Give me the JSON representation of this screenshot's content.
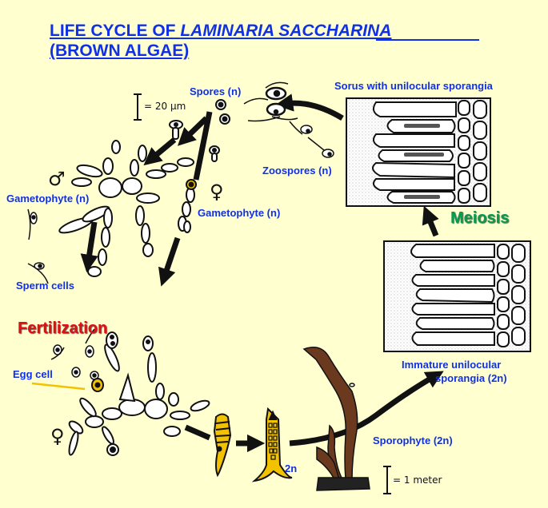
{
  "title": {
    "prefix": "LIFE CYCLE OF ",
    "species": "LAMINARIA SACCHARINA",
    "subtitle": "(BROWN ALGAE)"
  },
  "labels": {
    "spores": "Spores (n)",
    "sorus": "Sorus with unilocular sporangia",
    "zoospores": "Zoospores (n)",
    "male_gametophyte": "Gametophyte (n)",
    "female_gametophyte": "Gametophyte (n)",
    "sperm_cells": "Sperm cells",
    "egg_cell": "Egg cell",
    "immature_line1": "Immature unilocular",
    "immature_line2": "sporangia (2n)",
    "sporophyte": "Sporophyte (2n)",
    "zygote_ploidy": "2n"
  },
  "stages": {
    "meiosis": "Meiosis",
    "fertilization": "Fertilization"
  },
  "scale_bars": {
    "micro": "= 20 µm",
    "macro": "= 1 meter"
  },
  "symbols": {
    "male": "♂",
    "female_top": "♀",
    "female_bottom": "♀"
  },
  "colors": {
    "background": "#ffffd0",
    "label_blue": "#1030e8",
    "meiosis_green": "#0a9a4e",
    "fertilization_red": "#e01010",
    "zygote_yellow": "#f2c200",
    "sporophyte_brown": "#6b3a1e"
  }
}
